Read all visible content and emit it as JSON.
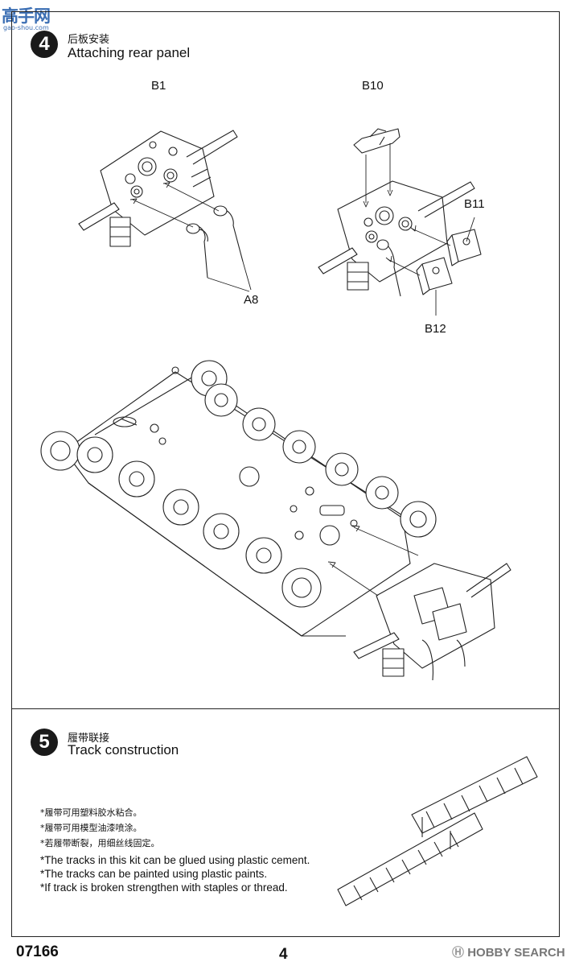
{
  "watermark": {
    "site_cn": "高手网",
    "site_en": "gao-shou.com"
  },
  "step4": {
    "number": "4",
    "title_cn": "后板安装",
    "title_en": "Attaching rear panel",
    "parts": {
      "b1": "B1",
      "a8": "A8",
      "b10": "B10",
      "b11": "B11",
      "b12": "B12"
    }
  },
  "step5": {
    "number": "5",
    "title_cn": "履带联接",
    "title_en": "Track construction",
    "notes_cn": [
      "*履带可用塑料胶水粘合。",
      "*履带可用模型油漆喷涂。",
      "*若履带断裂，用细丝线固定。"
    ],
    "notes_en": [
      "*The tracks in this kit can be glued using plastic cement.",
      "*The tracks can be painted using plastic paints.",
      "*If track is broken strengthen with staples or thread."
    ]
  },
  "footer": {
    "code": "07166",
    "page": "4",
    "search_icon": "Ⓗ",
    "search_text": "HOBBY SEARCH"
  }
}
